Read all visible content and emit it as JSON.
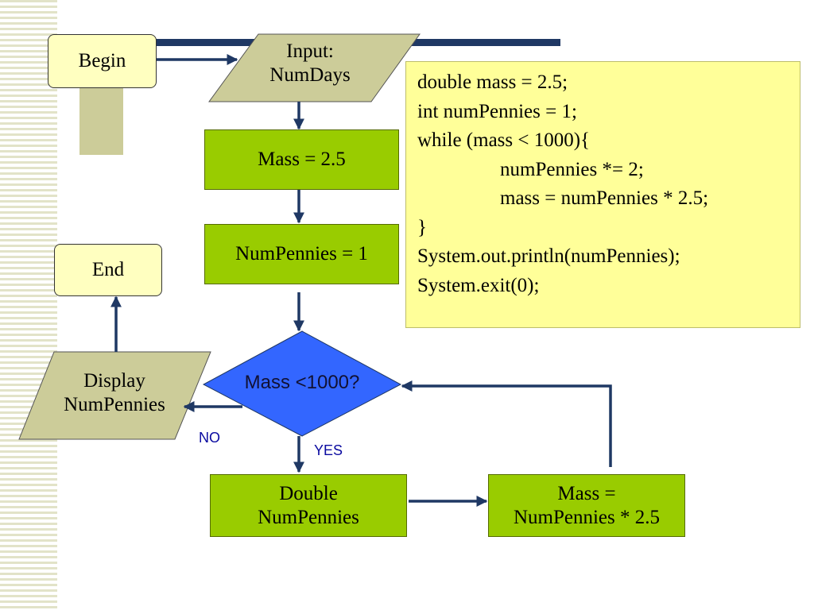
{
  "flowchart": {
    "begin": "Begin",
    "input": [
      "Input:",
      "NumDays"
    ],
    "mass_init": "Mass = 2.5",
    "pennies_init": "NumPennies = 1",
    "decision": "Mass <1000?",
    "no_label": "NO",
    "yes_label": "YES",
    "display": [
      "Display",
      "NumPennies"
    ],
    "end": "End",
    "double": [
      "Double",
      "NumPennies"
    ],
    "mass_update": [
      "Mass =",
      "NumPennies * 2.5"
    ]
  },
  "code": [
    "double mass = 2.5;",
    "int numPennies = 1;",
    "while (mass < 1000){",
    "numPennies *= 2;",
    "mass = numPennies * 2.5;",
    "}",
    "System.out.println(numPennies);",
    "System.exit(0);"
  ],
  "colors": {
    "terminal_fill": "#ffffc0",
    "process_fill": "#99cc00",
    "io_fill": "#cccc99",
    "decision_fill": "#3366ff",
    "arrow": "#1f3864",
    "code_fill": "#ffff99",
    "stripe": "#e2e3c8"
  }
}
